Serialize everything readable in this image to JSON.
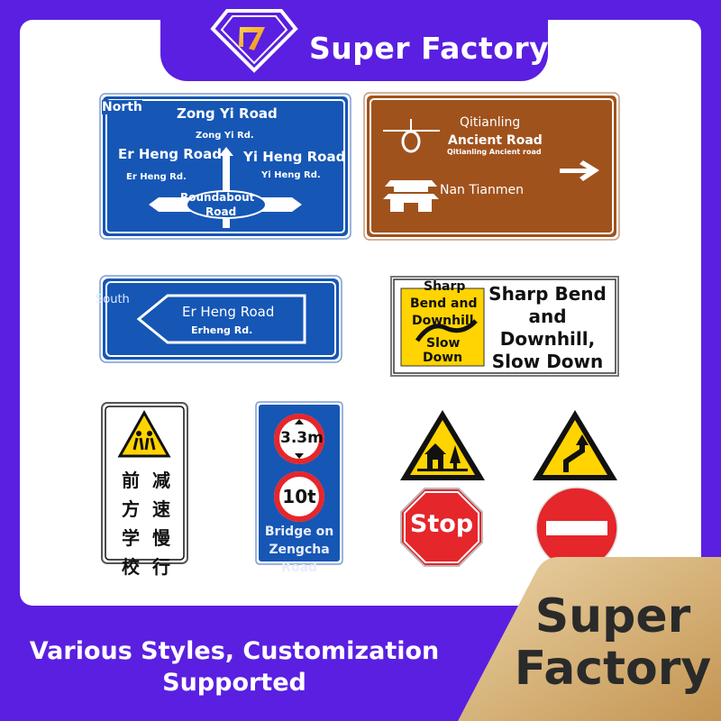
{
  "brand": {
    "name": "Super Factory"
  },
  "signs": {
    "intersection": {
      "north": "North",
      "top_road": "Zong Yi Road",
      "top_road_abbr": "Zong Yi Rd.",
      "left_road": "Er Heng Road",
      "left_road_abbr": "Er Heng Rd.",
      "right_road": "Yi Heng Road",
      "right_road_abbr": "Yi Heng Rd.",
      "center_line1": "Roundabout",
      "center_line2": "Road"
    },
    "scenic": {
      "line1": "Qitianling",
      "line2": "Ancient Road",
      "line3": "Qitianling Ancient road",
      "gate": "Nan Tianmen"
    },
    "south": {
      "direction": "South",
      "road": "Er Heng Road",
      "road_abbr": "Erheng Rd."
    },
    "sharp_bend": {
      "panel_line1": "Sharp",
      "panel_line2": "Bend and",
      "panel_line3": "Downhill",
      "panel_line4": "Slow",
      "panel_line5": "Down",
      "text_line1": "Sharp Bend",
      "text_line2": "and",
      "text_line3": "Downhill,",
      "text_line4": "Slow Down"
    },
    "school": {
      "chars": [
        "前",
        "减",
        "方",
        "速",
        "学",
        "慢",
        "校",
        "行"
      ]
    },
    "bridge": {
      "height_limit": "3.3m",
      "weight_limit": "10t",
      "line1": "Bridge on",
      "line2": "Zengcha",
      "line3": "Road"
    },
    "stop": {
      "label": "Stop"
    }
  },
  "footer": {
    "tagline_line1": "Various Styles, Customization",
    "tagline_line2": "Supported",
    "corner_line1": "Super",
    "corner_line2": "Factory"
  },
  "colors": {
    "purple": "#5a1fe0",
    "sign_blue": "#1656b5",
    "sign_brown": "#a0521d",
    "warning_yellow": "#ffd400",
    "stop_red": "#e5262b",
    "gold": "#d2a85a"
  },
  "icons": [
    "diamond-logo-icon",
    "tianmen-gate-icon",
    "pavilion-icon",
    "right-arrow-icon",
    "left-arrow-icon",
    "children-crossing-icon",
    "village-warning-icon",
    "curve-warning-icon",
    "no-entry-icon"
  ]
}
